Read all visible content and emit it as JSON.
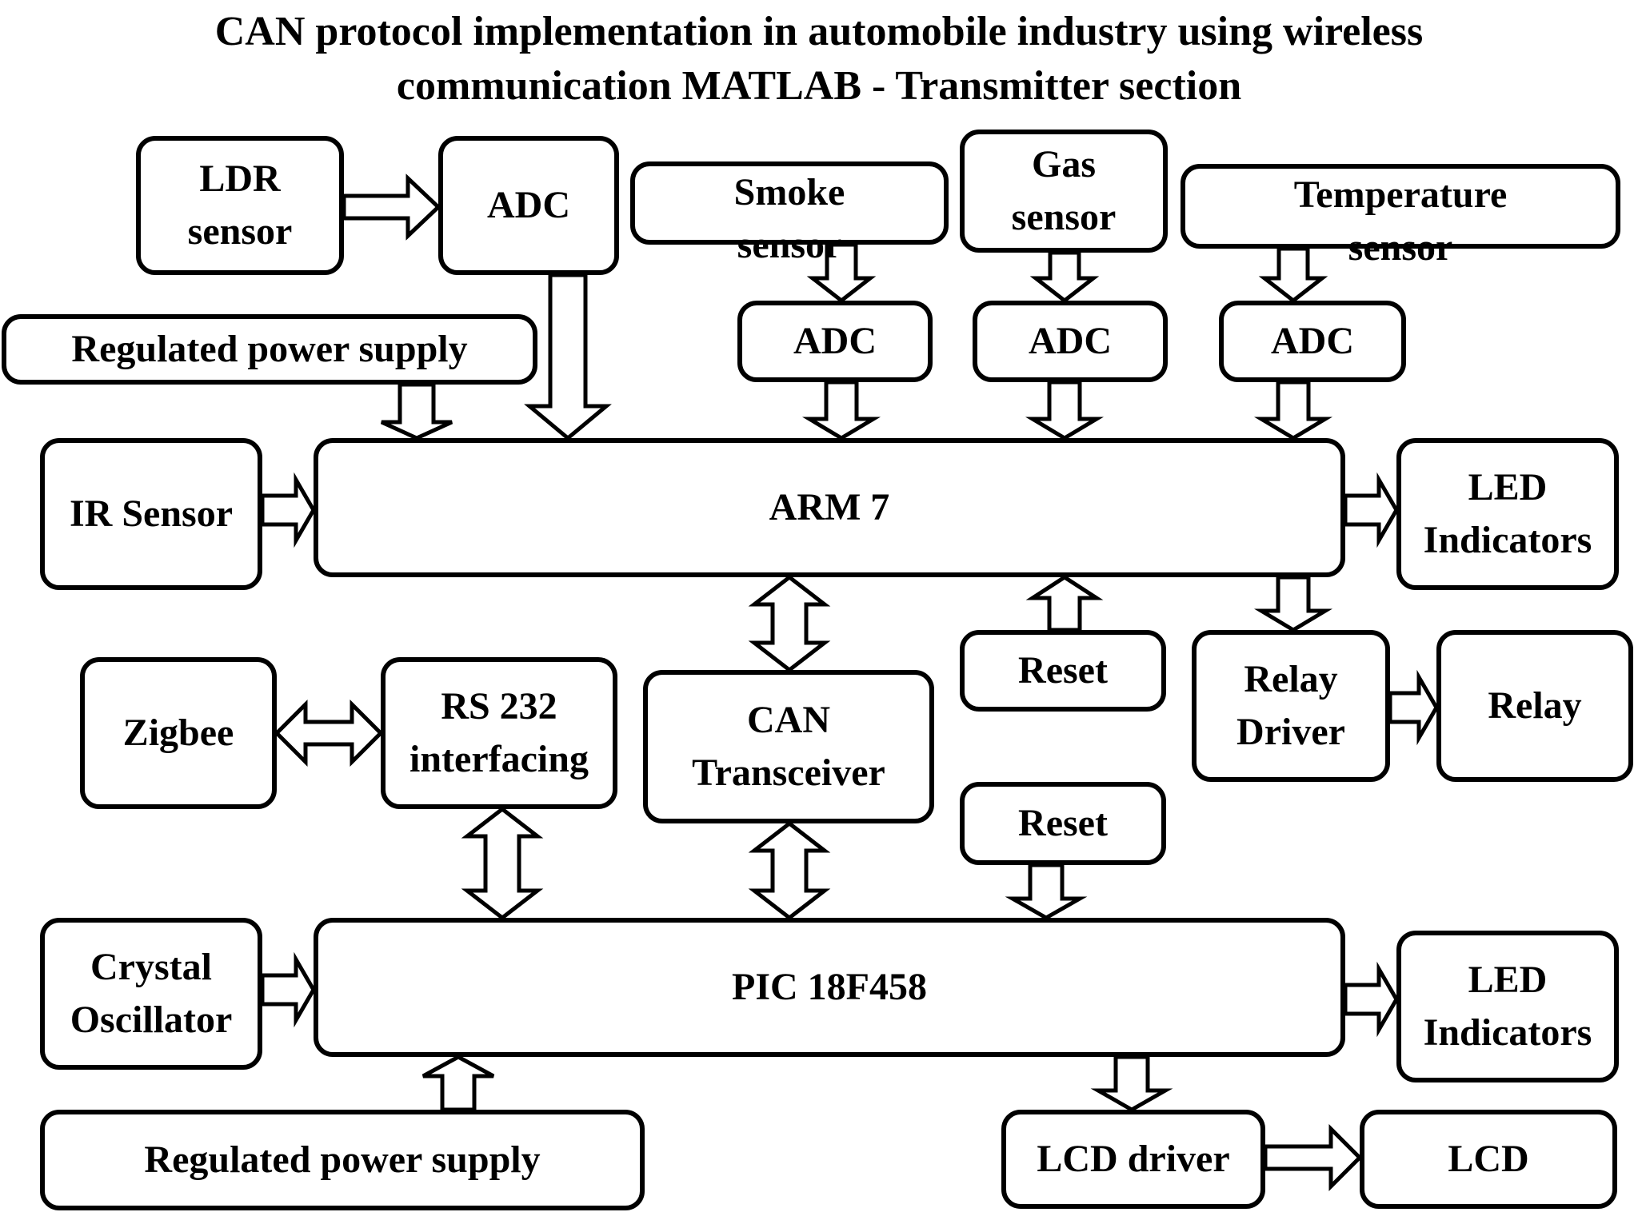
{
  "title": {
    "line1": "CAN protocol implementation in automobile industry using wireless",
    "line2": "communication MATLAB - Transmitter section"
  },
  "blocks": {
    "ldr_sensor": [
      "LDR",
      "sensor"
    ],
    "adc_ldr": [
      "ADC"
    ],
    "smoke_sensor": [
      "Smoke",
      "sensor"
    ],
    "gas_sensor": [
      "Gas",
      "sensor"
    ],
    "temperature_sensor": [
      "Temperature",
      "sensor"
    ],
    "regulated_power_top": [
      "Regulated power supply"
    ],
    "adc_smoke": [
      "ADC"
    ],
    "adc_gas": [
      "ADC"
    ],
    "adc_temp": [
      "ADC"
    ],
    "ir_sensor": [
      "IR Sensor"
    ],
    "arm7": [
      "ARM 7"
    ],
    "led_indicators_top": [
      "LED",
      "Indicators"
    ],
    "reset_top": [
      "Reset"
    ],
    "relay_driver": [
      "Relay",
      "Driver"
    ],
    "relay": [
      "Relay"
    ],
    "zigbee": [
      "Zigbee"
    ],
    "rs232": [
      "RS 232",
      "interfacing"
    ],
    "can_transceiver": [
      "CAN",
      "Transceiver"
    ],
    "reset_bottom": [
      "Reset"
    ],
    "crystal_oscillator": [
      "Crystal",
      "Oscillator"
    ],
    "pic": [
      "PIC 18F458"
    ],
    "led_indicators_bottom": [
      "LED",
      "Indicators"
    ],
    "regulated_power_bottom": [
      "Regulated power supply"
    ],
    "lcd_driver": [
      "LCD driver"
    ],
    "lcd": [
      "LCD"
    ]
  }
}
